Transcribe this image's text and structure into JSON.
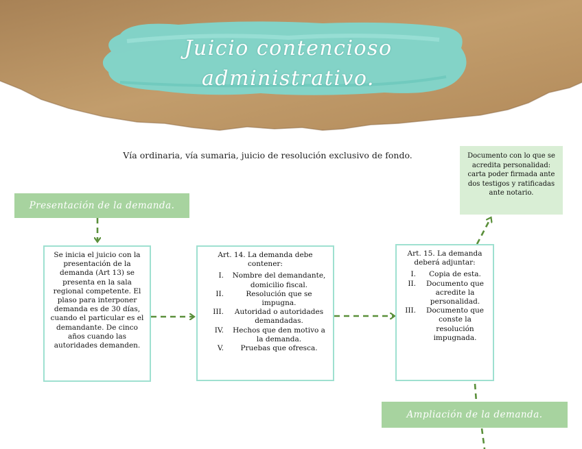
{
  "title": {
    "line1": "Juicio contencioso",
    "line2": "administrativo."
  },
  "subtitle": "Vía ordinaria, vía sumaria, juicio de resolución exclusivo de fondo.",
  "labels": {
    "presentacion": "Presentación de la demanda.",
    "ampliacion": "Ampliación de la demanda."
  },
  "box1": {
    "text": "Se inicia el juicio con la presentación de la demanda (Art 13) se presenta en la sala regional competente. El plaso para interponer demanda es de 30 días, cuando el particular es el demandante. De cinco años cuando las autoridades demanden."
  },
  "box2": {
    "heading": "Art. 14. La demanda debe contener:",
    "items": [
      {
        "num": "I.",
        "text": "Nombre del demandante, domicilio fiscal."
      },
      {
        "num": "II.",
        "text": "Resolución que se impugna."
      },
      {
        "num": "III.",
        "text": "Autoridad o autoridades demandadas."
      },
      {
        "num": "IV.",
        "text": "Hechos que den motivo a la demanda."
      },
      {
        "num": "V.",
        "text": "Pruebas que ofresca."
      }
    ]
  },
  "box3": {
    "heading": "Art. 15. La demanda deberá adjuntar:",
    "items": [
      {
        "num": "I.",
        "text": "Copia de esta."
      },
      {
        "num": "II.",
        "text": "Documento que acredite la personalidad."
      },
      {
        "num": "III.",
        "text": "Documento que conste la resolución impugnada."
      }
    ]
  },
  "note": "Documento con lo que se acredita personalidad: carta poder firmada ante dos testigos y ratificadas ante notario.",
  "colors": {
    "paper": "#b8905f",
    "brush": "#7fd6cc",
    "box_border": "#9ee0d0",
    "tag": "#a7d39f",
    "note": "#d9eed5",
    "arrow": "#5a8f3a"
  }
}
